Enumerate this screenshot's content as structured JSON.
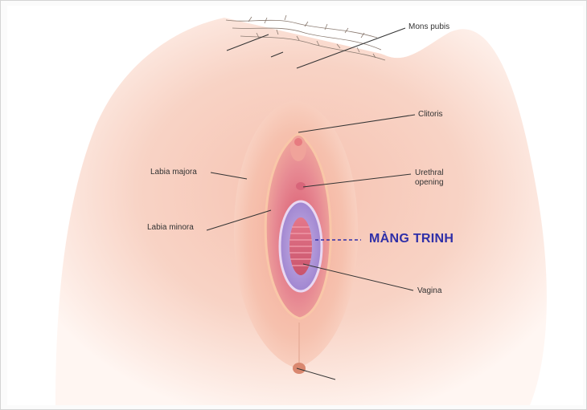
{
  "diagram": {
    "labels": {
      "mons_pubis": "Mons pubis",
      "clitoris": "Clitoris",
      "labia_majora": "Labia majora",
      "urethral_opening": "Urethral opening",
      "labia_minora": "Labia minora",
      "vagina": "Vagina"
    },
    "highlight": {
      "text": "MÀNG TRINH",
      "color": "#2f2fa8"
    },
    "colors": {
      "skin_light": "#fde6dc",
      "skin_mid": "#f4b7a4",
      "skin_dark": "#dd7a6a",
      "mucosa": "#e2849a",
      "hymen": "#b8a2dc",
      "leader_line": "#333333"
    }
  }
}
